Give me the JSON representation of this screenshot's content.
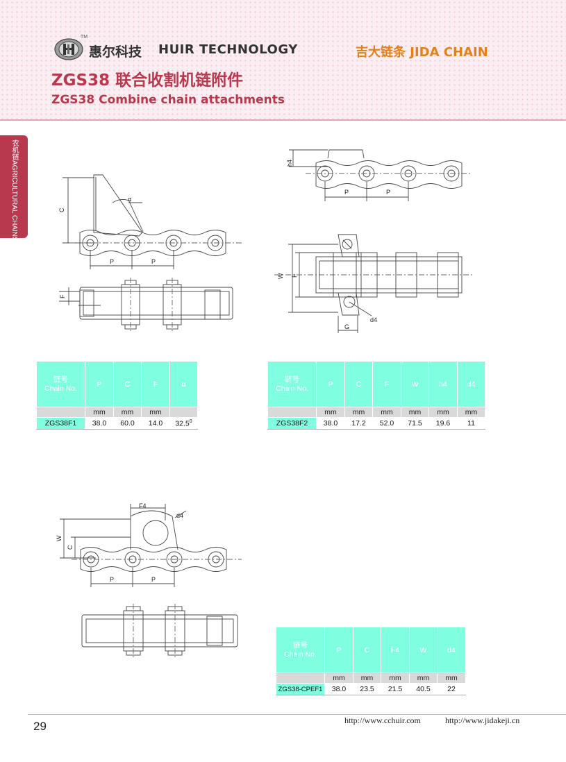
{
  "header": {
    "trademark": "TM",
    "brand_cn": "惠尔科技",
    "brand_en": "HUIR TECHNOLOGY",
    "brand_right": "吉大链条 JIDA CHAIN"
  },
  "title": {
    "cn": "ZGS38 联合收割机链附件",
    "en": "ZGS38 Combine chain attachments"
  },
  "side_tab": "农机链AGRICULTURAL CHAINS",
  "drawings": {
    "f1": {
      "c": "C",
      "alpha": "α",
      "p": "P",
      "f": "F"
    },
    "f2": {
      "h4": "h4",
      "p": "P",
      "w": "W",
      "f": "F",
      "d4": "d4",
      "g": "G"
    },
    "cpef1": {
      "f4": "F4",
      "d4": "d4",
      "w": "W",
      "c": "C",
      "p": "P"
    }
  },
  "table1": {
    "chain_no_cn": "链号",
    "chain_no_en": "Chain No.",
    "headers": [
      "P",
      "C",
      "F",
      "α"
    ],
    "units": [
      "mm",
      "mm",
      "mm",
      ""
    ],
    "row": {
      "chain": "ZGS38F1",
      "values": [
        "38.0",
        "60.0",
        "14.0",
        "32.5"
      ],
      "degree": "0"
    }
  },
  "table2": {
    "chain_no_cn": "链号",
    "chain_no_en": "Chain No.",
    "headers": [
      "P",
      "C",
      "F",
      "W",
      "h4",
      "d4"
    ],
    "units": [
      "mm",
      "mm",
      "mm",
      "mm",
      "mm",
      "mm"
    ],
    "row": {
      "chain": "ZGS38F2",
      "values": [
        "38.0",
        "17.2",
        "52.0",
        "71.5",
        "19.6",
        "11"
      ]
    }
  },
  "table3": {
    "chain_no_cn": "链号",
    "chain_no_en": "Chain No.",
    "headers": [
      "P",
      "C",
      "F4",
      "W",
      "d4"
    ],
    "units": [
      "mm",
      "mm",
      "mm",
      "mm",
      "mm"
    ],
    "row": {
      "chain": "ZGS38-CPEF1",
      "values": [
        "38.0",
        "23.5",
        "21.5",
        "40.5",
        "22"
      ]
    }
  },
  "footer": {
    "page_number": "29",
    "url_left": "http://www.cchuir.com",
    "url_right": "http://www.jidakeji.cn"
  }
}
